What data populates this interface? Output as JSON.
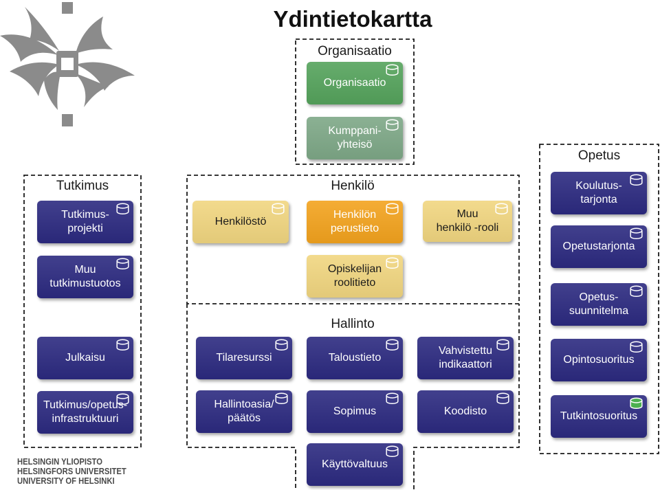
{
  "title": "Ydintietokartta",
  "colors": {
    "entity_navy": "#2c2a80",
    "entity_yellow": "#f1d680",
    "entity_orange": "#f3a31e",
    "entity_green": "#55a35c",
    "entity_sage": "#7ea887",
    "database_icon_highlight": "#4cb050",
    "logo_gray": "#8b8b8b",
    "outline": "#1a1a1a"
  },
  "logo": {
    "icon": "university-flame-logo",
    "wordmark": [
      "HELSINGIN YLIOPISTO",
      "HELSINGFORS UNIVERSITET",
      "UNIVERSITY OF HELSINKI"
    ]
  },
  "groups": {
    "organisaatio": {
      "label": "Organisaatio",
      "entities": [
        {
          "label": "Organisaatio",
          "icon": "database-icon"
        },
        {
          "label": "Kumppani-\nyhteisö",
          "icon": "database-icon"
        }
      ]
    },
    "tutkimus": {
      "label": "Tutkimus",
      "entities": [
        {
          "label": "Tutkimus-\nprojekti",
          "icon": "database-icon"
        },
        {
          "label": "Muu\ntutkimustuotos",
          "icon": "database-icon"
        },
        {
          "label": "Julkaisu",
          "icon": "database-icon"
        },
        {
          "label": "Tutkimus/opetus-\ninfrastruktuuri",
          "icon": "database-icon"
        }
      ]
    },
    "henkilo": {
      "label": "Henkilö",
      "entities": [
        {
          "label": "Henkilöstö",
          "icon": "database-icon"
        },
        {
          "label": "Henkilön\nperustieto",
          "icon": "database-icon"
        },
        {
          "label": "Muu\nhenkilö -rooli",
          "icon": "database-icon"
        },
        {
          "label": "Opiskelijan\nroolitieto",
          "icon": "database-icon"
        }
      ]
    },
    "hallinto": {
      "label": "Hallinto",
      "entities": [
        {
          "label": "Tilaresurssi",
          "icon": "database-icon"
        },
        {
          "label": "Taloustieto",
          "icon": "database-icon"
        },
        {
          "label": "Vahvistettu\nindikaattori",
          "icon": "database-icon"
        },
        {
          "label": "Hallintoasia/\npäätös",
          "icon": "database-icon"
        },
        {
          "label": "Sopimus",
          "icon": "database-icon"
        },
        {
          "label": "Koodisto",
          "icon": "database-icon"
        },
        {
          "label": "Käyttövaltuus",
          "icon": "database-icon"
        }
      ]
    },
    "opetus": {
      "label": "Opetus",
      "entities": [
        {
          "label": "Koulutus-\ntarjonta",
          "icon": "database-icon"
        },
        {
          "label": "Opetustarjonta",
          "icon": "database-icon"
        },
        {
          "label": "Opetus-\nsuunnitelma",
          "icon": "database-icon"
        },
        {
          "label": "Opintosuoritus",
          "icon": "database-icon"
        },
        {
          "label": "Tutkintosuoritus",
          "icon": "database-icon",
          "icon_highlighted": true
        }
      ]
    }
  }
}
